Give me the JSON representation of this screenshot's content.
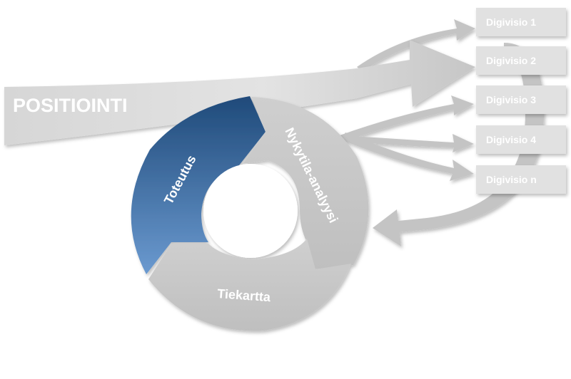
{
  "diagram": {
    "title": "POSITIOINTI",
    "cycle": [
      {
        "label": "Toteutus",
        "color": "#2e5c8f"
      },
      {
        "label": "Nykytila-analyysi",
        "color": "#c8c8c8"
      },
      {
        "label": "Tiekartta",
        "color": "#c8c8c8"
      }
    ],
    "visions": [
      {
        "label": "Digivisio 1"
      },
      {
        "label": "Digivisio 2"
      },
      {
        "label": "Digivisio 3"
      },
      {
        "label": "Digivisio 4"
      },
      {
        "label": "Digivisio n"
      }
    ],
    "colors": {
      "box": "#e1e1e1",
      "arrow": "#c8c8c8",
      "accent_dark": "#1f4a7a",
      "accent_light": "#5b8cc0"
    }
  }
}
